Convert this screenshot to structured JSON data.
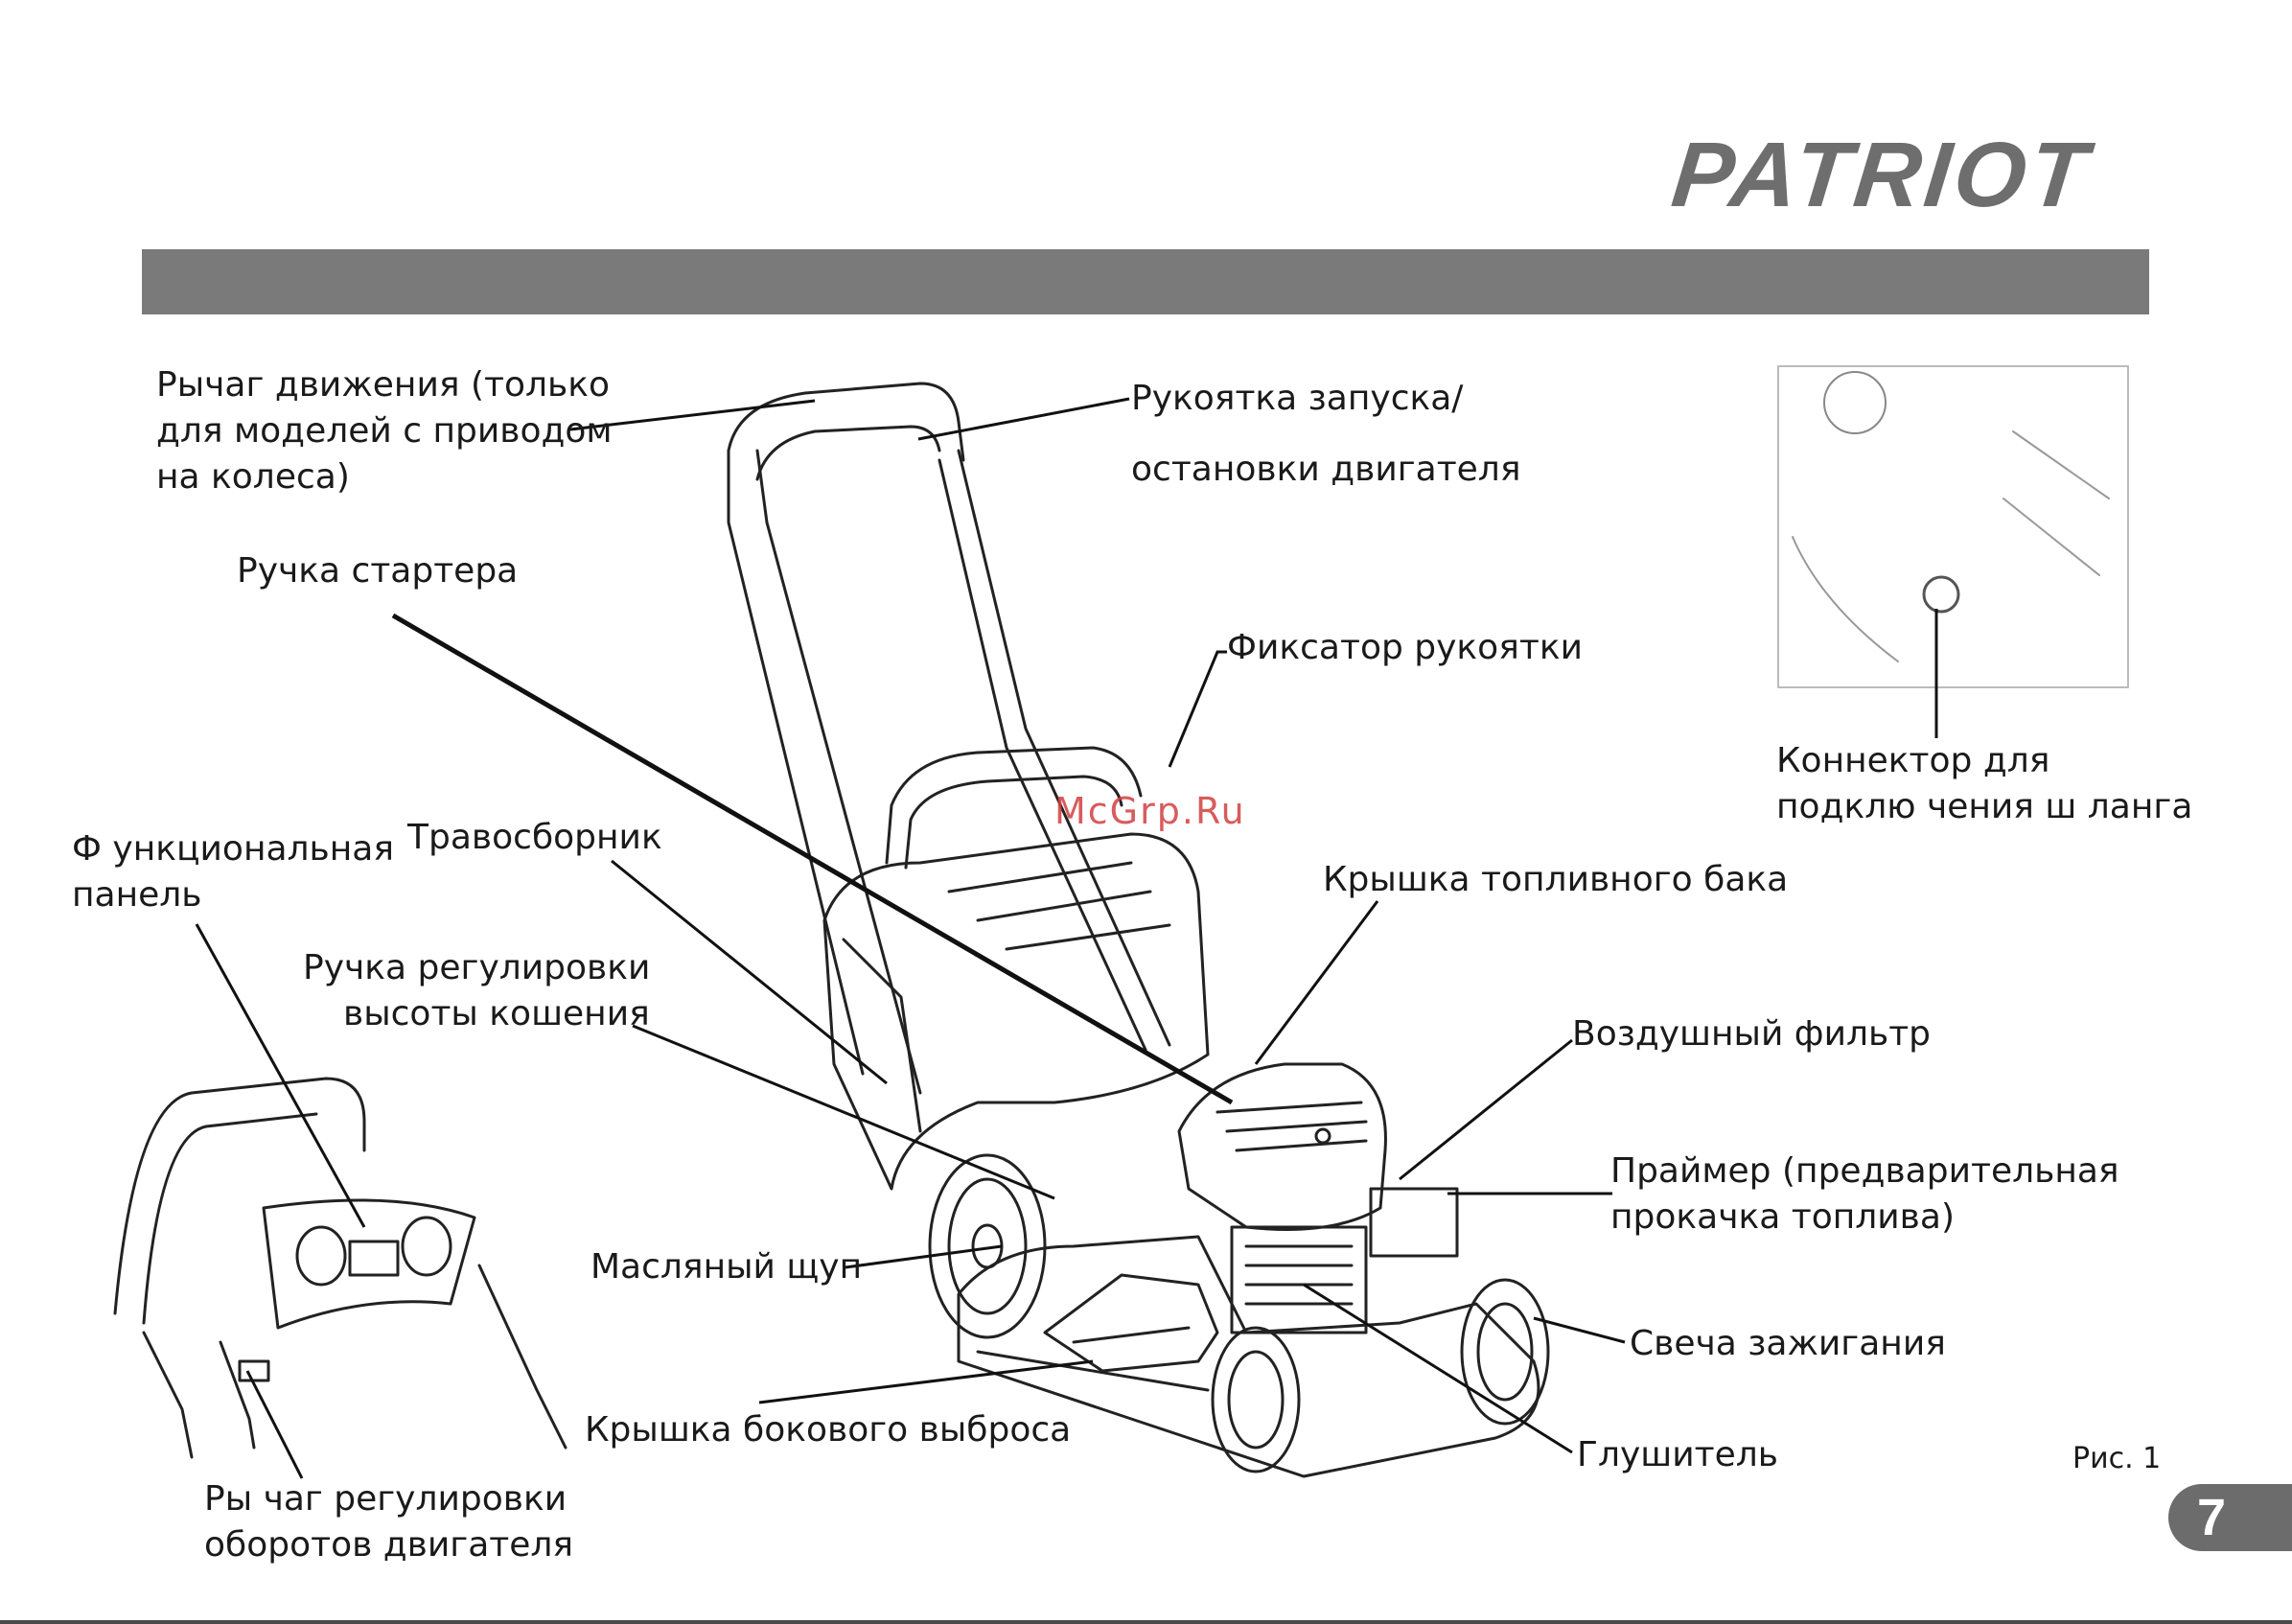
{
  "brand": {
    "logo_text": "PATRIOT"
  },
  "watermark": "McGrp.Ru",
  "labels": {
    "drive_lever": [
      "Рычаг движения (только",
      "для моделей с приводом",
      "на колеса)"
    ],
    "start_stop_handle": [
      "Рукоятка  запуска/",
      "остановки двигателя"
    ],
    "starter_handle": "Ручка стартера",
    "handle_lock": "Фиксатор рукоятки",
    "connector": [
      "Коннектор для",
      "подклю чения ш ланга"
    ],
    "function_panel": [
      "Ф ункциональная",
      "панель"
    ],
    "grass_catcher": "Травосборник",
    "fuel_cap": "Крышка топливного бака",
    "height_knob": [
      "Ручка регулировки",
      "высоты кошения"
    ],
    "air_filter": "Воздушный фильтр",
    "primer": [
      "Праймер (предварительная",
      "прокачка топлива)"
    ],
    "oil_dipstick": "Масляный щуп",
    "spark_plug": "Свеча зажигания",
    "side_discharge_cover": "Крышка бокового выброса",
    "muffler": "Глушитель",
    "throttle_lever": [
      "Ры чаг регулировки",
      "оборотов  двигателя"
    ]
  },
  "figure_caption": "Рис. 1",
  "page_number": "7"
}
